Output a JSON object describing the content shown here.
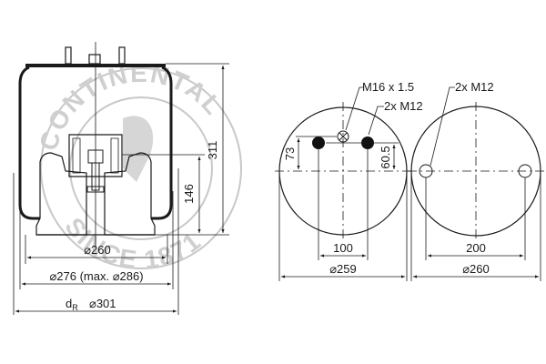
{
  "watermark": {
    "top_text": "CONTINENTAL",
    "bottom_text": "SINCE 1871"
  },
  "side_view": {
    "dimensions": {
      "height_total": "311",
      "height_piston": "146",
      "piston_dia": "⌀260",
      "bellows_dia": "⌀276 (max. ⌀286)",
      "rolling_dia_label": "d",
      "rolling_dia_sub": "R",
      "rolling_dia_value": "⌀301"
    }
  },
  "top_plate_view": {
    "labels": {
      "center_thread": "M16 x 1.5",
      "studs": "2x M12"
    },
    "dimensions": {
      "vertical_outer": "73",
      "vertical_inner": "60.5",
      "stud_spacing": "100",
      "plate_dia": "⌀259"
    }
  },
  "bottom_plate_view": {
    "labels": {
      "holes": "2x M12"
    },
    "dimensions": {
      "hole_spacing": "200",
      "plate_dia": "⌀260"
    }
  }
}
